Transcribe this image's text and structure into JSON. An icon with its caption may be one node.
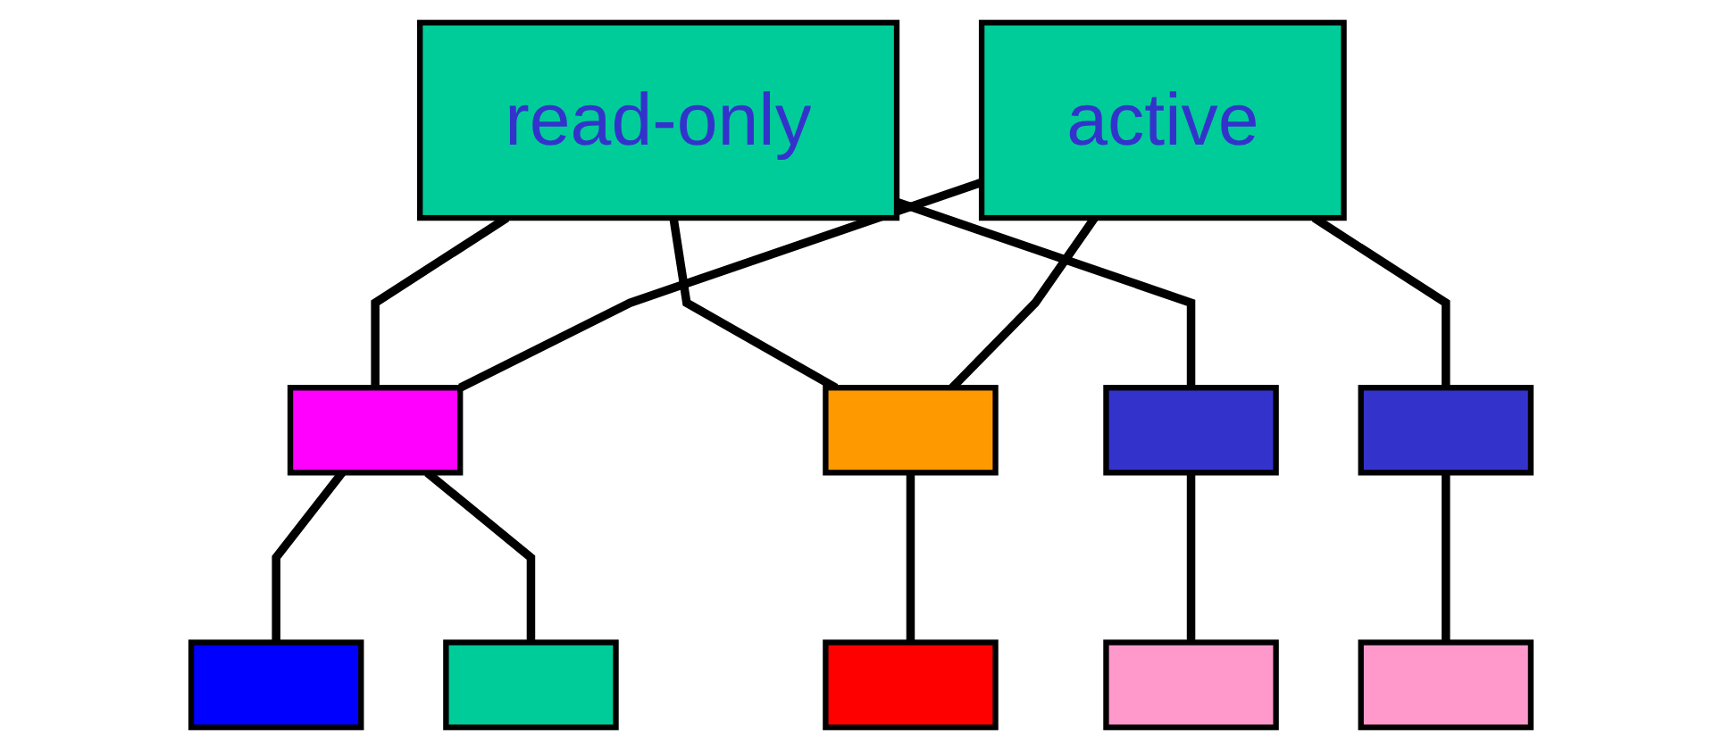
{
  "diagram": {
    "nodes": [
      {
        "text": [
          "read-only"
        ]
      },
      {
        "text": [
          "active"
        ]
      },
      {
        "text": [],
        "shape": "box"
      },
      {
        "text": [],
        "shape": "box"
      },
      {
        "text": [],
        "shape": "box"
      },
      {
        "text": [],
        "shape": "box"
      },
      {
        "text": [],
        "shape": "box"
      },
      {
        "text": [],
        "shape": "box"
      },
      {
        "text": [],
        "shape": "box"
      },
      {
        "text": [],
        "shape": "box"
      },
      {
        "text": [],
        "shape": "box"
      }
    ],
    "edges": [
      {
        "from": 0,
        "to": 2,
        "arrow": "none"
      },
      {
        "from": 0,
        "to": 3,
        "arrow": "none"
      },
      {
        "from": 0,
        "to": 4,
        "arrow": "none"
      },
      {
        "from": 1,
        "to": 2,
        "arrow": "none"
      },
      {
        "from": 1,
        "to": 3,
        "arrow": "none"
      },
      {
        "from": 1,
        "to": 5,
        "arrow": "none"
      },
      {
        "from": 2,
        "to": 6,
        "arrow": "none"
      },
      {
        "from": 2,
        "to": 7,
        "arrow": "none"
      },
      {
        "from": 3,
        "to": 8,
        "arrow": "none"
      },
      {
        "from": 4,
        "to": 9,
        "arrow": "none"
      },
      {
        "from": 5,
        "to": 10,
        "arrow": "none"
      }
    ]
  }
}
